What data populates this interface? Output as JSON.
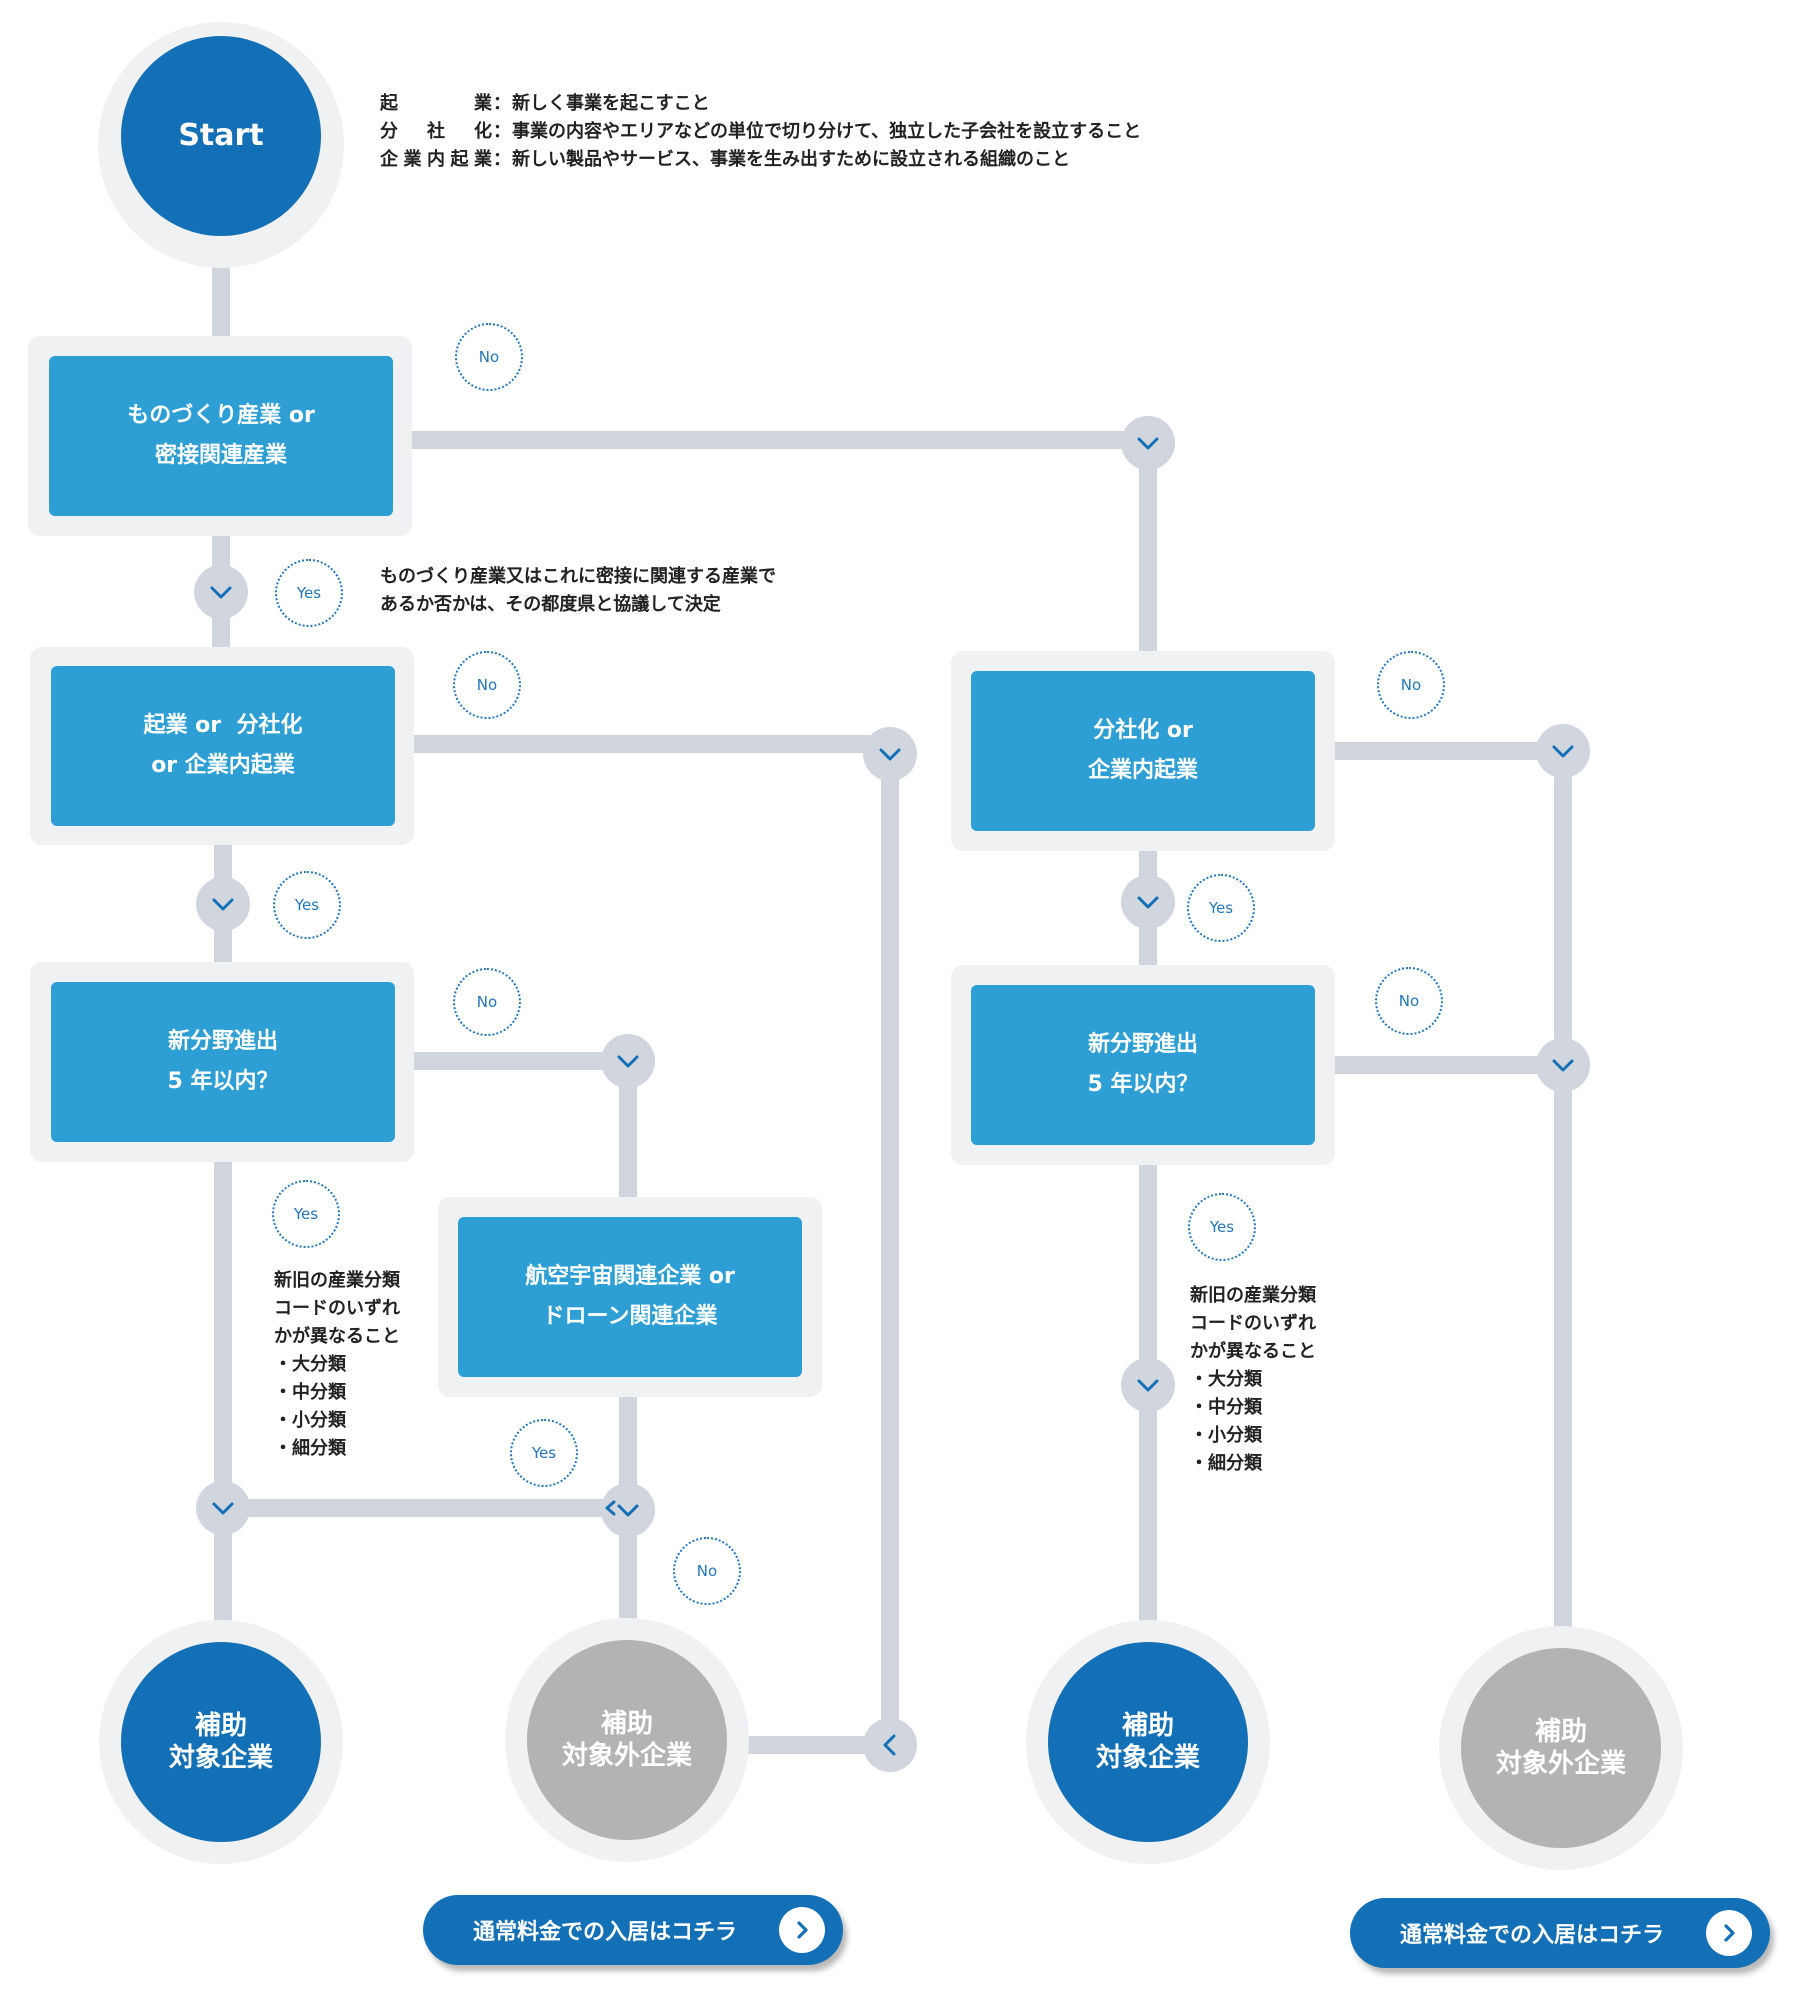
{
  "colors": {
    "brand_blue": "#1470b6",
    "box_blue": "#2e9fd4",
    "connector_gray": "#d1d6de",
    "excluded_gray": "#b3b3b3",
    "halo_gray": "#f0f1f3"
  },
  "start_label": "Start",
  "definitions": [
    {
      "term": "起業",
      "desc": "新しく事業を起こすこと"
    },
    {
      "term": "分社化",
      "desc": "事業の内容やエリアなどの単位で切り分けて、独立した子会社を設立すること"
    },
    {
      "term": "企業内起業",
      "desc": "新しい製品やサービス、事業を生み出すために設立される組織のこと"
    }
  ],
  "definition_colon": "：",
  "boxes": {
    "manufacturing": [
      "ものづくり産業 or",
      "密接関連産業"
    ],
    "startup_left": [
      "起業 or  分社化",
      "or 企業内起業"
    ],
    "new_field_left": [
      "新分野進出",
      "5 年以内？"
    ],
    "aerospace": [
      "航空宇宙関連企業 or",
      "ドローン関連企業"
    ],
    "spinoff_right": [
      "分社化 or",
      "企業内起業"
    ],
    "new_field_right": [
      "新分野進出",
      "5 年以内？"
    ]
  },
  "decision_labels": {
    "yes": "Yes",
    "no": "No"
  },
  "notes": {
    "manufacturing": [
      "ものづくり産業又はこれに密接に関連する産業で",
      "あるか否かは、その都度県と協議して決定"
    ],
    "classification_left": [
      "新旧の産業分類",
      "コードのいずれ",
      "かが異なること",
      "・大分類",
      "・中分類",
      "・小分類",
      "・細分類"
    ],
    "classification_right": [
      "新旧の産業分類",
      "コードのいずれ",
      "かが異なること",
      "・大分類",
      "・中分類",
      "・小分類",
      "・細分類"
    ]
  },
  "results": {
    "eligible": [
      "補助",
      "対象企業"
    ],
    "not_eligible": [
      "補助",
      "対象外企業"
    ]
  },
  "cta": {
    "label": "通常料金での入居はコチラ",
    "icon": "chevron-right-icon"
  },
  "icons": {
    "connector_toggle": "chevron-down-icon",
    "connector_return": "chevron-left-icon",
    "entry_arrow": "arrow-down-icon",
    "port": "dot-icon"
  }
}
